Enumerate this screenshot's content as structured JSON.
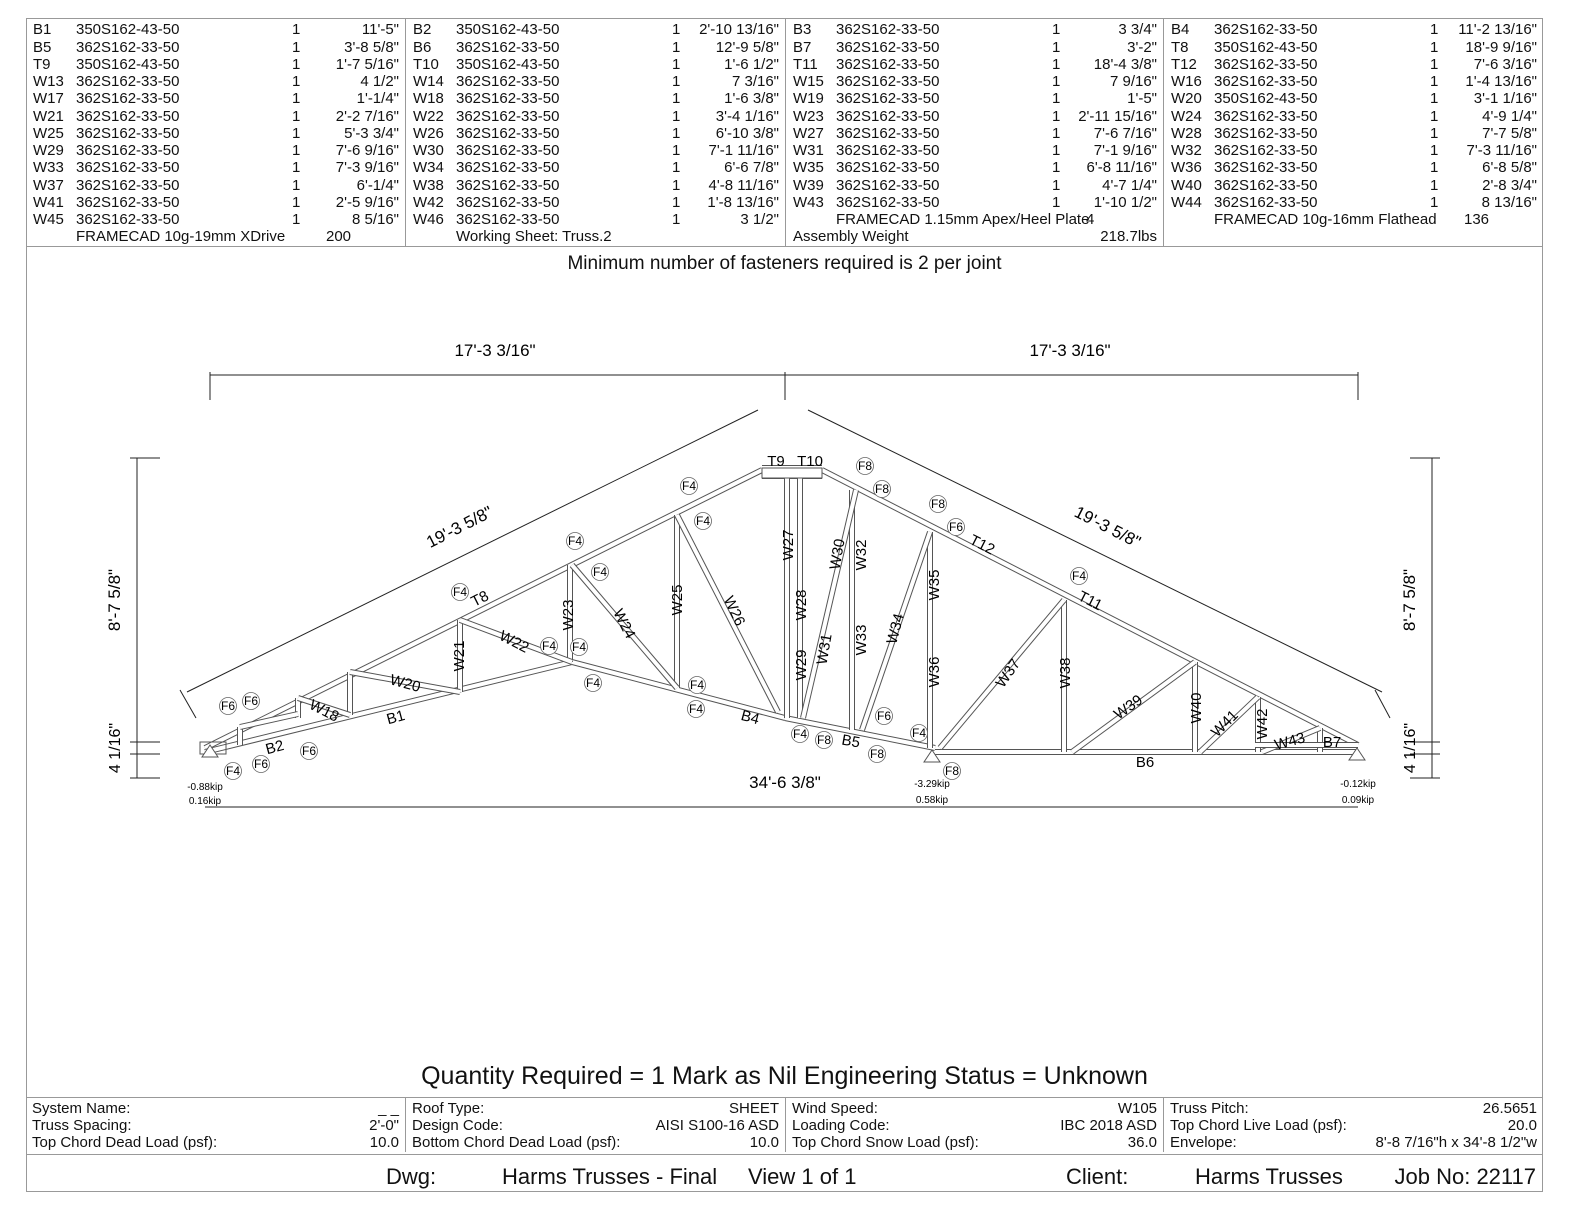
{
  "parts_table": {
    "columns": [
      {
        "rows": [
          {
            "id": "B1",
            "part": "350S162-43-50",
            "qty": "1",
            "length": "11'-5\""
          },
          {
            "id": "B5",
            "part": "362S162-33-50",
            "qty": "1",
            "length": "3'-8 5/8\""
          },
          {
            "id": "T9",
            "part": "350S162-43-50",
            "qty": "1",
            "length": "1'-7 5/16\""
          },
          {
            "id": "W13",
            "part": "362S162-33-50",
            "qty": "1",
            "length": "4 1/2\""
          },
          {
            "id": "W17",
            "part": "362S162-33-50",
            "qty": "1",
            "length": "1'-1/4\""
          },
          {
            "id": "W21",
            "part": "362S162-33-50",
            "qty": "1",
            "length": "2'-2 7/16\""
          },
          {
            "id": "W25",
            "part": "362S162-33-50",
            "qty": "1",
            "length": "5'-3 3/4\""
          },
          {
            "id": "W29",
            "part": "362S162-33-50",
            "qty": "1",
            "length": "7'-6 9/16\""
          },
          {
            "id": "W33",
            "part": "362S162-33-50",
            "qty": "1",
            "length": "7'-3 9/16\""
          },
          {
            "id": "W37",
            "part": "362S162-33-50",
            "qty": "1",
            "length": "6'-1/4\""
          },
          {
            "id": "W41",
            "part": "362S162-33-50",
            "qty": "1",
            "length": "2'-5 9/16\""
          },
          {
            "id": "W45",
            "part": "362S162-33-50",
            "qty": "1",
            "length": "8 5/16\""
          }
        ],
        "extra": [
          {
            "text": "FRAMECAD 10g-19mm XDrive",
            "qty": "200",
            "value": ""
          }
        ]
      },
      {
        "rows": [
          {
            "id": "B2",
            "part": "350S162-43-50",
            "qty": "1",
            "length": "2'-10 13/16\""
          },
          {
            "id": "B6",
            "part": "362S162-33-50",
            "qty": "1",
            "length": "12'-9 5/8\""
          },
          {
            "id": "T10",
            "part": "350S162-43-50",
            "qty": "1",
            "length": "1'-6 1/2\""
          },
          {
            "id": "W14",
            "part": "362S162-33-50",
            "qty": "1",
            "length": "7 3/16\""
          },
          {
            "id": "W18",
            "part": "362S162-33-50",
            "qty": "1",
            "length": "1'-6 3/8\""
          },
          {
            "id": "W22",
            "part": "362S162-33-50",
            "qty": "1",
            "length": "3'-4 1/16\""
          },
          {
            "id": "W26",
            "part": "362S162-33-50",
            "qty": "1",
            "length": "6'-10 3/8\""
          },
          {
            "id": "W30",
            "part": "362S162-33-50",
            "qty": "1",
            "length": "7'-1 11/16\""
          },
          {
            "id": "W34",
            "part": "362S162-33-50",
            "qty": "1",
            "length": "6'-6 7/8\""
          },
          {
            "id": "W38",
            "part": "362S162-33-50",
            "qty": "1",
            "length": "4'-8 11/16\""
          },
          {
            "id": "W42",
            "part": "362S162-33-50",
            "qty": "1",
            "length": "1'-8 13/16\""
          },
          {
            "id": "W46",
            "part": "362S162-33-50",
            "qty": "1",
            "length": "3 1/2\""
          }
        ],
        "extra": [
          {
            "text": "Working Sheet: Truss.2",
            "qty": "",
            "value": ""
          }
        ]
      },
      {
        "rows": [
          {
            "id": "B3",
            "part": "362S162-33-50",
            "qty": "1",
            "length": "3 3/4\""
          },
          {
            "id": "B7",
            "part": "362S162-33-50",
            "qty": "1",
            "length": "3'-2\""
          },
          {
            "id": "T11",
            "part": "362S162-33-50",
            "qty": "1",
            "length": "18'-4 3/8\""
          },
          {
            "id": "W15",
            "part": "362S162-33-50",
            "qty": "1",
            "length": "7 9/16\""
          },
          {
            "id": "W19",
            "part": "362S162-33-50",
            "qty": "1",
            "length": "1'-5\""
          },
          {
            "id": "W23",
            "part": "362S162-33-50",
            "qty": "1",
            "length": "2'-11 15/16\""
          },
          {
            "id": "W27",
            "part": "362S162-33-50",
            "qty": "1",
            "length": "7'-6 7/16\""
          },
          {
            "id": "W31",
            "part": "362S162-33-50",
            "qty": "1",
            "length": "7'-1 9/16\""
          },
          {
            "id": "W35",
            "part": "362S162-33-50",
            "qty": "1",
            "length": "6'-8 11/16\""
          },
          {
            "id": "W39",
            "part": "362S162-33-50",
            "qty": "1",
            "length": "4'-7 1/4\""
          },
          {
            "id": "W43",
            "part": "362S162-33-50",
            "qty": "1",
            "length": "1'-10 1/2\""
          }
        ],
        "extra": [
          {
            "text": "FRAMECAD 1.15mm Apex/Heel Plate",
            "qty": "4",
            "value": ""
          },
          {
            "text": "Assembly Weight",
            "qty": "",
            "value": "218.7lbs",
            "flush": true
          }
        ]
      },
      {
        "rows": [
          {
            "id": "B4",
            "part": "362S162-33-50",
            "qty": "1",
            "length": "11'-2 13/16\""
          },
          {
            "id": "T8",
            "part": "350S162-43-50",
            "qty": "1",
            "length": "18'-9 9/16\""
          },
          {
            "id": "T12",
            "part": "362S162-33-50",
            "qty": "1",
            "length": "7'-6 3/16\""
          },
          {
            "id": "W16",
            "part": "362S162-33-50",
            "qty": "1",
            "length": "1'-4 13/16\""
          },
          {
            "id": "W20",
            "part": "350S162-43-50",
            "qty": "1",
            "length": "3'-1 1/16\""
          },
          {
            "id": "W24",
            "part": "362S162-33-50",
            "qty": "1",
            "length": "4'-9 1/4\""
          },
          {
            "id": "W28",
            "part": "362S162-33-50",
            "qty": "1",
            "length": "7'-7 5/8\""
          },
          {
            "id": "W32",
            "part": "362S162-33-50",
            "qty": "1",
            "length": "7'-3 11/16\""
          },
          {
            "id": "W36",
            "part": "362S162-33-50",
            "qty": "1",
            "length": "6'-8 5/8\""
          },
          {
            "id": "W40",
            "part": "362S162-33-50",
            "qty": "1",
            "length": "2'-8 3/4\""
          },
          {
            "id": "W44",
            "part": "362S162-33-50",
            "qty": "1",
            "length": "8 13/16\""
          }
        ],
        "extra": [
          {
            "text": "FRAMECAD 10g-16mm Flathead",
            "qty": "136",
            "value": ""
          }
        ]
      }
    ]
  },
  "notes": {
    "min_fasteners": "Minimum number of fasteners required is 2 per joint",
    "quantity_line": "Quantity Required = 1 Mark as Nil Engineering Status = Unknown"
  },
  "dimensions": {
    "half_span_left": "17'-3 3/16\"",
    "half_span_right": "17'-3 3/16\"",
    "top_chord_left": "19'-3 5/8\"",
    "top_chord_right": "19'-3 5/8\"",
    "height_left": "8'-7 5/8\"",
    "height_right": "8'-7 5/8\"",
    "heel_left": "4 1/16\"",
    "heel_right": "4 1/16\"",
    "overall_span": "34'-6 3/8\""
  },
  "reactions": [
    {
      "vertical": "-0.88kip",
      "horizontal": "0.16kip"
    },
    {
      "vertical": "-3.29kip",
      "horizontal": "0.58kip"
    },
    {
      "vertical": "-0.12kip",
      "horizontal": "0.09kip"
    }
  ],
  "member_labels": [
    "T9",
    "T10",
    "T8",
    "T12",
    "T11",
    "W18",
    "B1",
    "B2",
    "W20",
    "W21",
    "W22",
    "W23",
    "W24",
    "W25",
    "W26",
    "W27",
    "W28",
    "W29",
    "W30",
    "W31",
    "W32",
    "W33",
    "W34",
    "W35",
    "W36",
    "W37",
    "W38",
    "W39",
    "W40",
    "W41",
    "W42",
    "W43",
    "B4",
    "B5",
    "B6",
    "B7"
  ],
  "fastener_labels": [
    "F6",
    "F6",
    "F4",
    "F6",
    "F6",
    "F4",
    "F4",
    "F4",
    "F4",
    "F4",
    "F4",
    "F4",
    "F4",
    "F4",
    "F4",
    "F4",
    "F8",
    "F8",
    "F8",
    "F8",
    "F6",
    "F4",
    "F6",
    "F8",
    "F4",
    "F8"
  ],
  "info_table": [
    [
      {
        "label": "System Name:",
        "value": "_ _"
      },
      {
        "label": "Truss Spacing:",
        "value": "2'-0\""
      },
      {
        "label": "Top Chord Dead Load (psf):",
        "value": "10.0"
      }
    ],
    [
      {
        "label": "Roof Type:",
        "value": "SHEET"
      },
      {
        "label": "Design Code:",
        "value": "AISI S100-16 ASD"
      },
      {
        "label": "Bottom Chord Dead Load (psf):",
        "value": "10.0"
      }
    ],
    [
      {
        "label": "Wind Speed:",
        "value": "W105"
      },
      {
        "label": "Loading Code:",
        "value": "IBC 2018 ASD"
      },
      {
        "label": "Top Chord Snow Load (psf):",
        "value": "36.0"
      }
    ],
    [
      {
        "label": "Truss Pitch:",
        "value": "26.5651"
      },
      {
        "label": "Top Chord Live Load (psf):",
        "value": "20.0"
      },
      {
        "label": "Envelope:",
        "value": "8'-8 7/16\"h x 34'-8 1/2\"w"
      }
    ]
  ],
  "footer": {
    "dwg_label": "Dwg:",
    "dwg_value": "Harms Trusses - Final",
    "view": "View 1 of 1",
    "client_label": "Client:",
    "client_value": "Harms Trusses",
    "job": "Job No: 22117"
  }
}
